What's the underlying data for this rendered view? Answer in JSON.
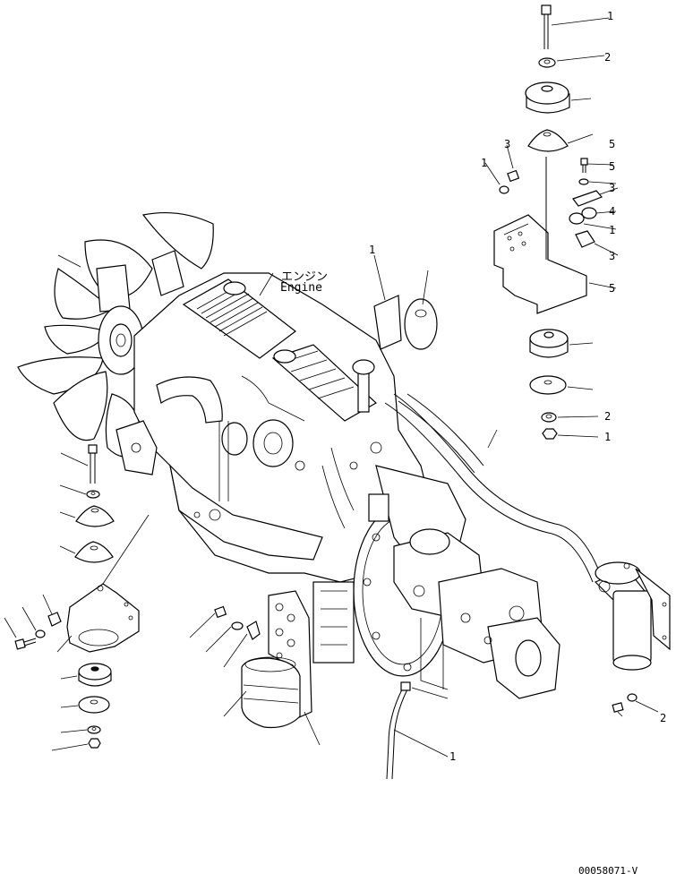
{
  "diagram": {
    "labels": {
      "engine_jp": "エンジン",
      "engine_en": "Engine"
    },
    "drawing_number": "00058071-V",
    "callouts": {
      "c_top_bolt": "1",
      "c_top_washer": "2",
      "c_top_right_5a": "5",
      "c_top_right_5b": "5",
      "c_right_3a": "3",
      "c_right_4": "4",
      "c_right_1": "1",
      "c_right_3b": "3",
      "c_right_bracket_5": "5",
      "c_right_washer_2": "2",
      "c_right_nut_1": "1",
      "c_mid_3": "3",
      "c_mid_1": "1",
      "c_engine_1": "1",
      "c_filter_2": "2",
      "c_hose_1": "1"
    }
  }
}
